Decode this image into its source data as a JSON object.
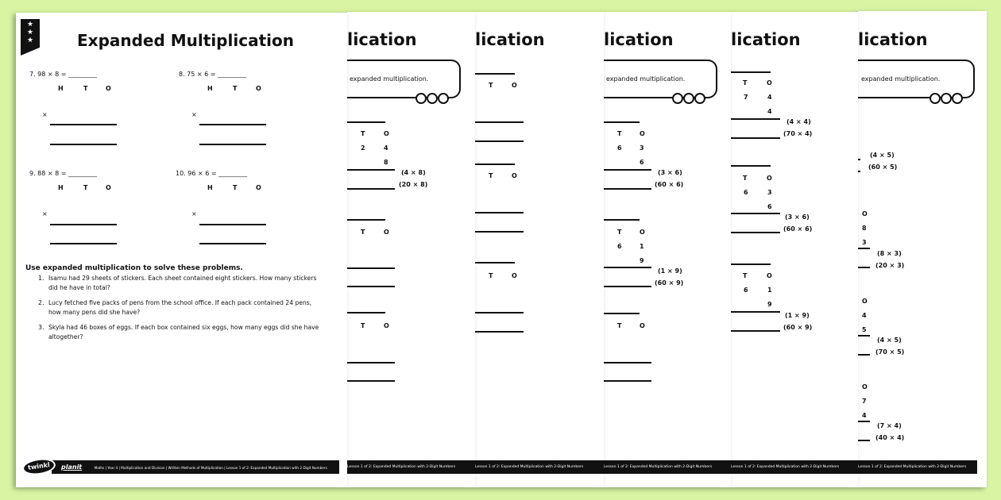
{
  "background_color": "#d9f5a3",
  "worksheet": {
    "title": "Expanded Multiplication",
    "title_tail": "lication",
    "instruction_tail": "expanded multiplication.",
    "htos": [
      "H",
      "T",
      "O"
    ],
    "times": "×",
    "q7": "7.  98 × 8 = _________",
    "q8": "8.  75 × 6 = _________",
    "q9": "9.  88 × 8 = _________",
    "q10": "10.  96 × 6 = _________",
    "problems_heading": "Use expanded multiplication to solve these problems.",
    "problems": [
      {
        "num": "1.",
        "line1": "Isamu had 29 sheets of stickers. Each sheet contained eight stickers. How many stickers",
        "line2": "did he have in total?"
      },
      {
        "num": "2.",
        "line1": "Lucy fetched five packs of pens from the school office. If each pack contained 24 pens,",
        "line2": "how many pens did she have?"
      },
      {
        "num": "3.",
        "line1": "Skyla had 46 boxes of eggs. If each box contained six eggs, how many eggs did she have",
        "line2": "altogether?"
      }
    ],
    "footer_brand": "twinkl",
    "footer_planit": "planit",
    "footer_text": "Maths | Year 4 | Multiplication and Division | Written Methods of Multiplication | Lesson 1 of 2: Expanded Multiplication with 2-Digit Numbers",
    "footer_tail": "Lesson 1 of 2: Expanded Multiplication with 2-Digit Numbers"
  },
  "page2": {
    "d1": [
      "2",
      "4",
      "8"
    ],
    "p1": [
      "(4 × 8)",
      "(20 × 8)"
    ]
  },
  "page4": {
    "d1": [
      "6",
      "3",
      "6"
    ],
    "p1": [
      "(3 × 6)",
      "(60 × 6)"
    ],
    "d2": [
      "6",
      "1",
      "9"
    ],
    "p2": [
      "(1 × 9)",
      "(60 × 9)"
    ]
  },
  "page5": {
    "d1": [
      "7",
      "4",
      "4"
    ],
    "p1": [
      "(4 × 4)",
      "(70 × 4)"
    ],
    "d2": [
      "6",
      "3",
      "6"
    ],
    "p2": [
      "(3 × 6)",
      "(60 × 6)"
    ],
    "d3": [
      "6",
      "1",
      "9"
    ],
    "p3": [
      "(1 × 9)",
      "(60 × 9)"
    ]
  },
  "page6": {
    "p0": [
      "(4 × 5)",
      "(60 × 5)"
    ],
    "d1": [
      "8",
      "3"
    ],
    "p1": [
      "(8 × 3)",
      "(20 × 3)"
    ],
    "d2": [
      "4",
      "5"
    ],
    "p2": [
      "(4 × 5)",
      "(70 × 5)"
    ],
    "d3": [
      "7",
      "4"
    ],
    "p3": [
      "(7 × 4)",
      "(40 × 4)"
    ]
  }
}
